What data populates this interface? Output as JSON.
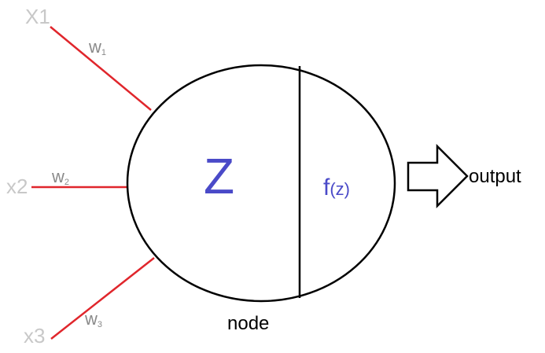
{
  "colors": {
    "input_text": "#c8c8c8",
    "weight_text": "#8a8a8a",
    "edge": "#e0262c",
    "formula_text": "#4a4ac8",
    "outline": "#000000",
    "label_text": "#000000"
  },
  "inputs": [
    {
      "label": "X1",
      "weight": "w",
      "weight_sub": "1"
    },
    {
      "label": "x2",
      "weight": "w",
      "weight_sub": "2"
    },
    {
      "label": "x3",
      "weight": "w",
      "weight_sub": "3"
    }
  ],
  "node": {
    "sum_label": "Z",
    "activation_label": "f",
    "activation_arg": "(z)",
    "caption": "node"
  },
  "output": {
    "label": "output",
    "arrow_icon": "right-arrow-icon"
  }
}
